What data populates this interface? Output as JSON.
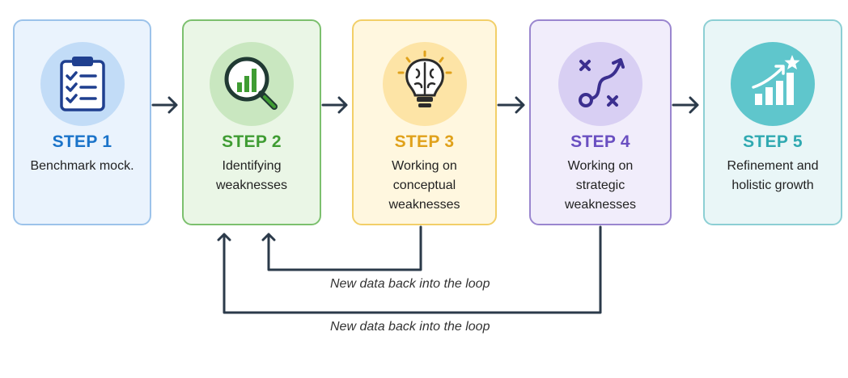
{
  "steps": [
    {
      "title": "STEP 1",
      "desc_lines": [
        "Benchmark mock."
      ],
      "icon": "clipboard-checklist-icon",
      "colors": {
        "fill": "#eaf3fd",
        "border": "#9cc3ea",
        "circle": "#c2dcf7",
        "title": "#1a73c9"
      }
    },
    {
      "title": "STEP 2",
      "desc_lines": [
        "Identifying",
        "weaknesses"
      ],
      "icon": "magnifier-chart-icon",
      "colors": {
        "fill": "#eaf6e6",
        "border": "#7cc06e",
        "circle": "#c9e7c0",
        "title": "#3f9c33"
      }
    },
    {
      "title": "STEP 3",
      "desc_lines": [
        "Working on",
        "conceptual",
        "weaknesses"
      ],
      "icon": "brain-lightbulb-icon",
      "colors": {
        "fill": "#fff7df",
        "border": "#f2cf68",
        "circle": "#fde4a6",
        "title": "#e0a11a"
      }
    },
    {
      "title": "STEP 4",
      "desc_lines": [
        "Working on",
        "strategic",
        "weaknesses"
      ],
      "icon": "strategy-play-icon",
      "colors": {
        "fill": "#f1edfb",
        "border": "#9a86cf",
        "circle": "#d8cff3",
        "title": "#6a4fc1"
      }
    },
    {
      "title": "STEP 5",
      "desc_lines": [
        "Refinement and",
        "holistic growth"
      ],
      "icon": "growth-chart-star-icon",
      "colors": {
        "fill": "#e9f6f7",
        "border": "#8ccfd4",
        "circle": "#5fc6cc",
        "title": "#2fa9b1"
      }
    }
  ],
  "loops": [
    {
      "label": "New data back into the loop",
      "from": "STEP 3",
      "to": "STEP 2"
    },
    {
      "label": "New data back into the loop",
      "from": "STEP 4",
      "to": "STEP 2"
    }
  ],
  "arrow_color": "#2b3a4a"
}
